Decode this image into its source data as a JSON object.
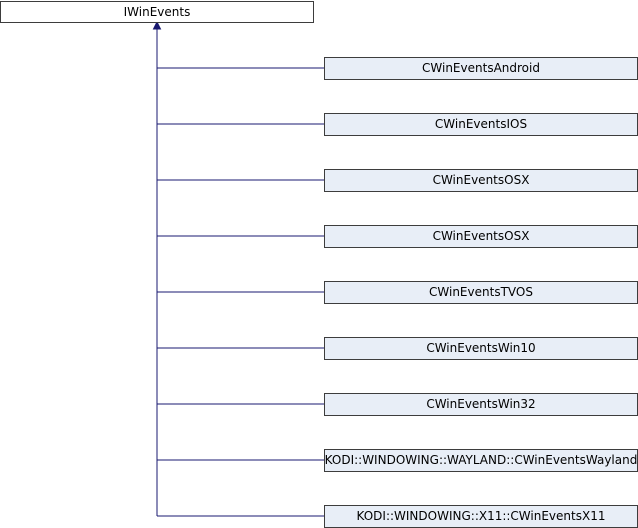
{
  "diagram": {
    "base_class": "IWinEvents",
    "derived_classes": [
      "CWinEventsAndroid",
      "CWinEventsIOS",
      "CWinEventsOSX",
      "CWinEventsOSX",
      "CWinEventsTVOS",
      "CWinEventsWin10",
      "CWinEventsWin32",
      "KODI::WINDOWING::WAYLAND::CWinEventsWayland",
      "KODI::WINDOWING::X11::CWinEventsX11"
    ],
    "colors": {
      "base_fill": "#ffffff",
      "derived_fill": "#e8eef7",
      "border": "#3d3d3d",
      "edge": "#191970"
    }
  }
}
